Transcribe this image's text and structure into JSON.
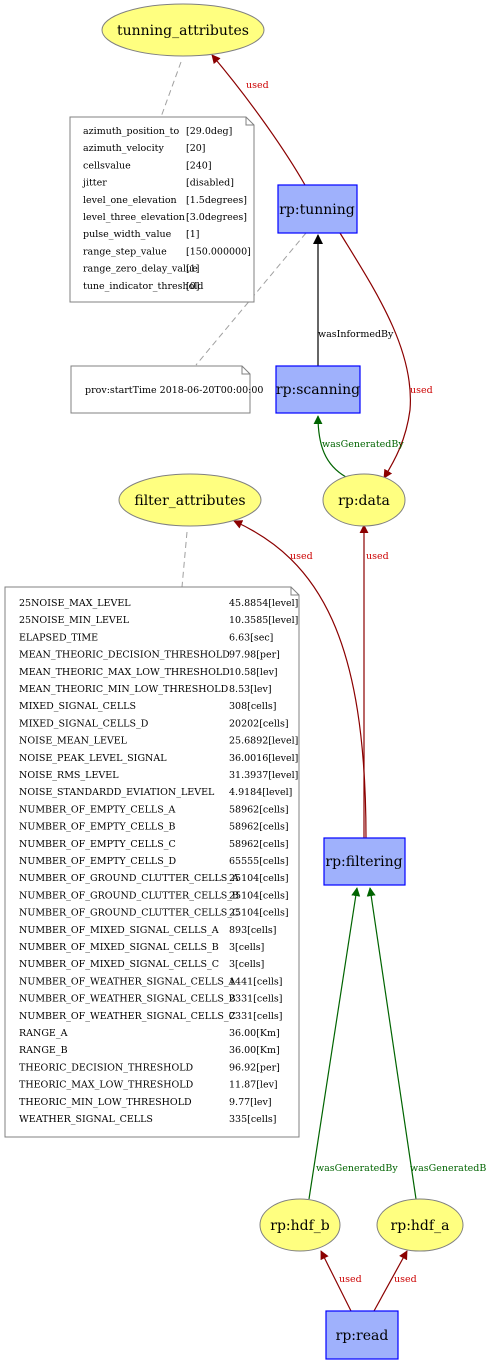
{
  "colors": {
    "entity_fill": "#ffff80",
    "entity_stroke": "#808080",
    "activity_fill": "#9fb1fc",
    "activity_stroke": "#0000ff",
    "used": "#8b0000",
    "wasGeneratedBy": "#006400",
    "wasInformedBy": "#000000",
    "note_stroke": "#808080"
  },
  "nodes": {
    "tunning_attributes": "tunning_attributes",
    "rp_tunning": "rp:tunning",
    "rp_scanning": "rp:scanning",
    "rp_data": "rp:data",
    "filter_attributes": "filter_attributes",
    "rp_filtering": "rp:filtering",
    "rp_hdf_b": "rp:hdf_b",
    "rp_hdf_a": "rp:hdf_a",
    "rp_read": "rp:read"
  },
  "edges": {
    "used": "used",
    "wasInformedBy": "wasInformedBy",
    "wasGeneratedBy": "wasGeneratedBy"
  },
  "tunning_note": [
    [
      "azimuth_position_to",
      "[29.0deg]"
    ],
    [
      "azimuth_velocity",
      "[20]"
    ],
    [
      "cellsvalue",
      "[240]"
    ],
    [
      "jitter",
      "[disabled]"
    ],
    [
      "level_one_elevation",
      "[1.5degrees]"
    ],
    [
      "level_three_elevation",
      "[3.0degrees]"
    ],
    [
      "pulse_width_value",
      "[1]"
    ],
    [
      "range_step_value",
      "[150.000000]"
    ],
    [
      "range_zero_delay_value",
      "[1]"
    ],
    [
      "tune_indicator_threshold",
      "[0]"
    ]
  ],
  "start_note": "prov:startTime 2018-06-20T00:00:00",
  "filter_note": [
    [
      "25NOISE_MAX_LEVEL",
      "45.8854[level]"
    ],
    [
      "25NOISE_MIN_LEVEL",
      "10.3585[level]"
    ],
    [
      "ELAPSED_TIME",
      "6.63[sec]"
    ],
    [
      "MEAN_THEORIC_DECISION_THRESHOLD",
      "97.98[per]"
    ],
    [
      "MEAN_THEORIC_MAX_LOW_THRESHOLD",
      "10.58[lev]"
    ],
    [
      "MEAN_THEORIC_MIN_LOW_THRESHOLD",
      "8.53[lev]"
    ],
    [
      "MIXED_SIGNAL_CELLS",
      "308[cells]"
    ],
    [
      "MIXED_SIGNAL_CELLS_D",
      "20202[cells]"
    ],
    [
      "NOISE_MEAN_LEVEL",
      "25.6892[level]"
    ],
    [
      "NOISE_PEAK_LEVEL_SIGNAL",
      "36.0016[level]"
    ],
    [
      "NOISE_RMS_LEVEL",
      "31.3937[level]"
    ],
    [
      "NOISE_STANDARDD_EVIATION_LEVEL",
      "4.9184[level]"
    ],
    [
      "NUMBER_OF_EMPTY_CELLS_A",
      "58962[cells]"
    ],
    [
      "NUMBER_OF_EMPTY_CELLS_B",
      "58962[cells]"
    ],
    [
      "NUMBER_OF_EMPTY_CELLS_C",
      "58962[cells]"
    ],
    [
      "NUMBER_OF_EMPTY_CELLS_D",
      "65555[cells]"
    ],
    [
      "NUMBER_OF_GROUND_CLUTTER_CELLS_A",
      "25104[cells]"
    ],
    [
      "NUMBER_OF_GROUND_CLUTTER_CELLS_B",
      "25104[cells]"
    ],
    [
      "NUMBER_OF_GROUND_CLUTTER_CELLS_C",
      "25104[cells]"
    ],
    [
      "NUMBER_OF_MIXED_SIGNAL_CELLS_A",
      "893[cells]"
    ],
    [
      "NUMBER_OF_MIXED_SIGNAL_CELLS_B",
      "3[cells]"
    ],
    [
      "NUMBER_OF_MIXED_SIGNAL_CELLS_C",
      "3[cells]"
    ],
    [
      "NUMBER_OF_WEATHER_SIGNAL_CELLS_A",
      "1441[cells]"
    ],
    [
      "NUMBER_OF_WEATHER_SIGNAL_CELLS_B",
      "2331[cells]"
    ],
    [
      "NUMBER_OF_WEATHER_SIGNAL_CELLS_C",
      "2331[cells]"
    ],
    [
      "RANGE_A",
      "36.00[Km]"
    ],
    [
      "RANGE_B",
      "36.00[Km]"
    ],
    [
      "THEORIC_DECISION_THRESHOLD",
      "96.92[per]"
    ],
    [
      "THEORIC_MAX_LOW_THRESHOLD",
      "11.87[lev]"
    ],
    [
      "THEORIC_MIN_LOW_THRESHOLD",
      "9.77[lev]"
    ],
    [
      "WEATHER_SIGNAL_CELLS",
      "335[cells]"
    ]
  ]
}
